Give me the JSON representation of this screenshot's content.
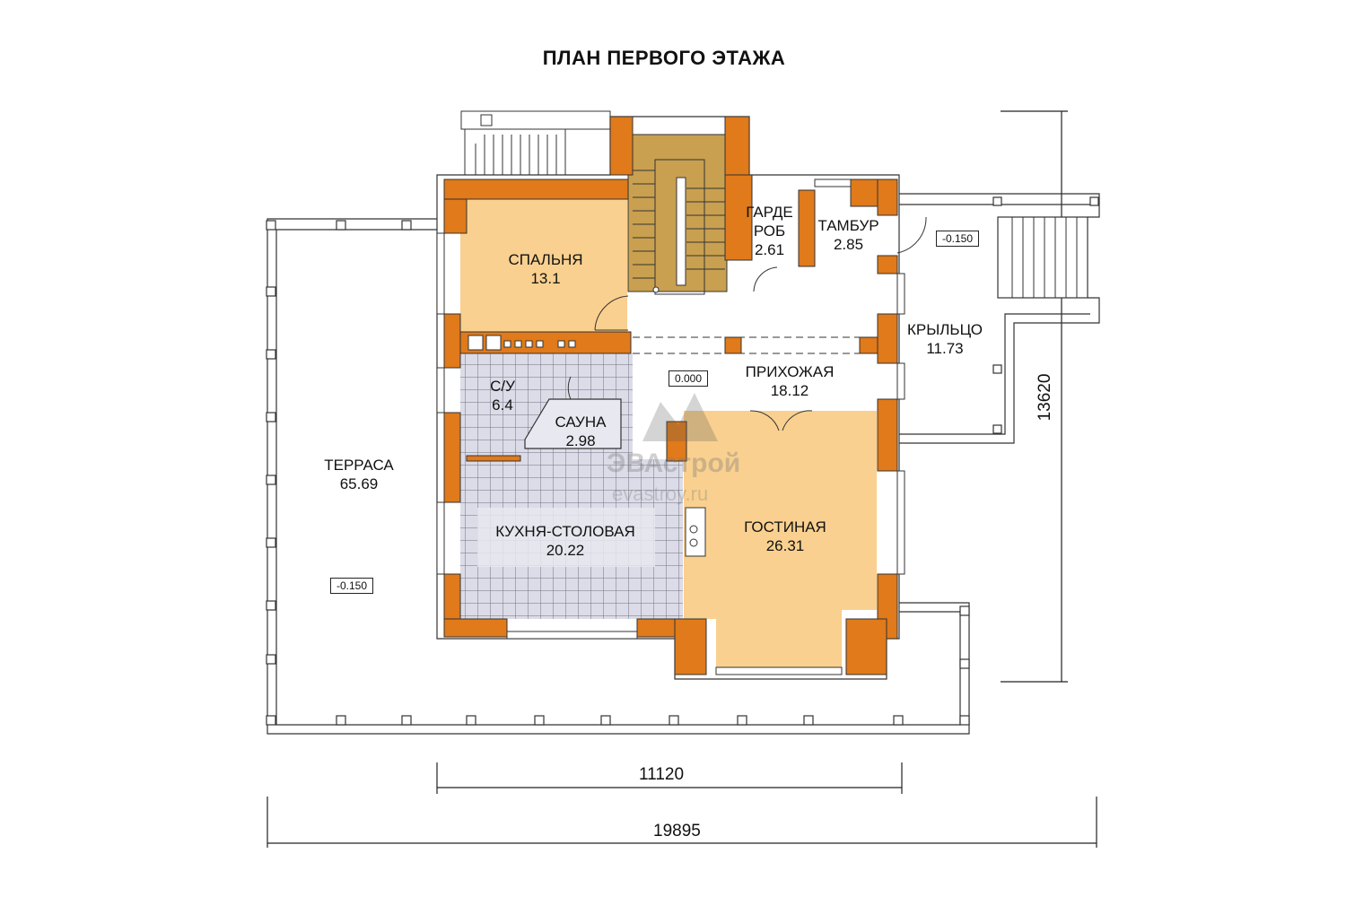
{
  "title": "ПЛАН ПЕРВОГО ЭТАЖА",
  "colors": {
    "wall": "#e07a1a",
    "bedroom_fill": "#f9d08f",
    "living_fill": "#f9d08f",
    "stair_fill": "#c8a050",
    "tile_fill": "#dcdce8",
    "tile_grid": "#707080",
    "outline": "#333333"
  },
  "rooms": {
    "bedroom": {
      "name": "СПАЛЬНЯ",
      "area": "13.1"
    },
    "wardrobe": {
      "name_line1": "ГАРДЕ",
      "name_line2": "РОБ",
      "area": "2.61"
    },
    "vestibule": {
      "name": "ТАМБУР",
      "area": "2.85"
    },
    "porch": {
      "name": "КРЫЛЬЦО",
      "area": "11.73"
    },
    "hall": {
      "name": "ПРИХОЖАЯ",
      "area": "18.12"
    },
    "bathroom": {
      "name": "С/У",
      "area": "6.4"
    },
    "sauna": {
      "name": "САУНА",
      "area": "2.98"
    },
    "terrace": {
      "name": "ТЕРРАСА",
      "area": "65.69"
    },
    "kitchen": {
      "name": "КУХНЯ-СТОЛОВАЯ",
      "area": "20.22"
    },
    "living": {
      "name": "ГОСТИНАЯ",
      "area": "26.31"
    }
  },
  "levels": {
    "porch": "-0.150",
    "hall": "0.000",
    "terrace": "-0.150"
  },
  "dimensions": {
    "house_width": "11120",
    "total_width": "19895",
    "total_depth": "13620"
  },
  "watermark": {
    "brand": "ЭВАстрой",
    "url": "evastroy.ru"
  }
}
